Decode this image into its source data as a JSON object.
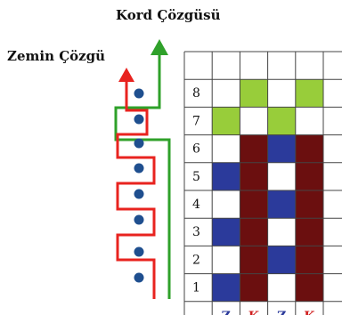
{
  "labels": {
    "kord": "Kord Çözgüsü",
    "zemin": "Zemin Çözgü"
  },
  "colors": {
    "zemin_line": "#e8231f",
    "kord_line": "#2fa12a",
    "weft_dot": "#1f4f8f",
    "green_cell": "#98cd3a",
    "blue_cell": "#2b3a9b",
    "dark_red_cell": "#6b0f0f",
    "grid_line": "#444444",
    "col_z_text": "#2b3a9b",
    "col_k_text": "#d01f1f"
  },
  "grid": {
    "row_labels": [
      "8",
      "7",
      "6",
      "5",
      "4",
      "3",
      "2",
      "1"
    ],
    "col_labels": [
      "Z",
      "K",
      "Z",
      "K"
    ],
    "cells": [
      [
        null,
        "G",
        null,
        "G",
        null
      ],
      [
        "G",
        null,
        "G",
        null,
        null
      ],
      [
        null,
        "D",
        "B",
        "D",
        null
      ],
      [
        "B",
        "D",
        null,
        "D",
        null
      ],
      [
        null,
        "D",
        "B",
        "D",
        null
      ],
      [
        "B",
        "D",
        null,
        "D",
        null
      ],
      [
        null,
        "D",
        "B",
        "D",
        null
      ],
      [
        "B",
        "D",
        null,
        "D",
        null
      ]
    ]
  }
}
